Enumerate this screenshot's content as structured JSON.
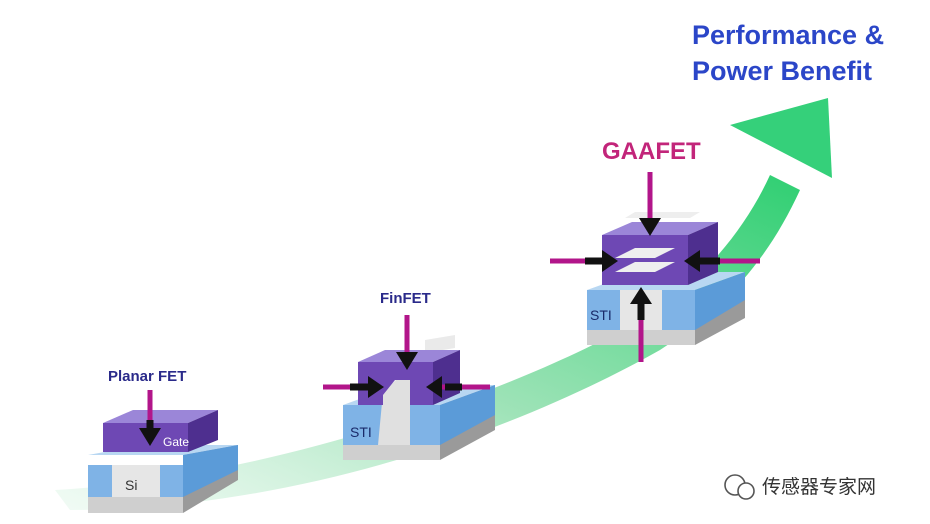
{
  "headline": {
    "line1": "Performance &",
    "line2": "Power Benefit",
    "color": "#2b46c8"
  },
  "devices": {
    "planar": {
      "title": "Planar FET",
      "gate_label": "Gate",
      "substrate_label": "Si"
    },
    "finfet": {
      "title": "FinFET",
      "sti_label": "STI"
    },
    "gaafet": {
      "title": "GAAFET",
      "sti_label": "STI",
      "title_color": "#c2257a"
    }
  },
  "watermark": {
    "text": "传感器专家网"
  },
  "colors": {
    "gate_purple": "#6e48b4",
    "gate_purple_dark": "#4e2f8f",
    "oxide_blue": "#7fb3e6",
    "substrate_grey": "#d9d9d9",
    "force_arrow": "#b2158a",
    "arrow_green": "#3fcf7a"
  }
}
